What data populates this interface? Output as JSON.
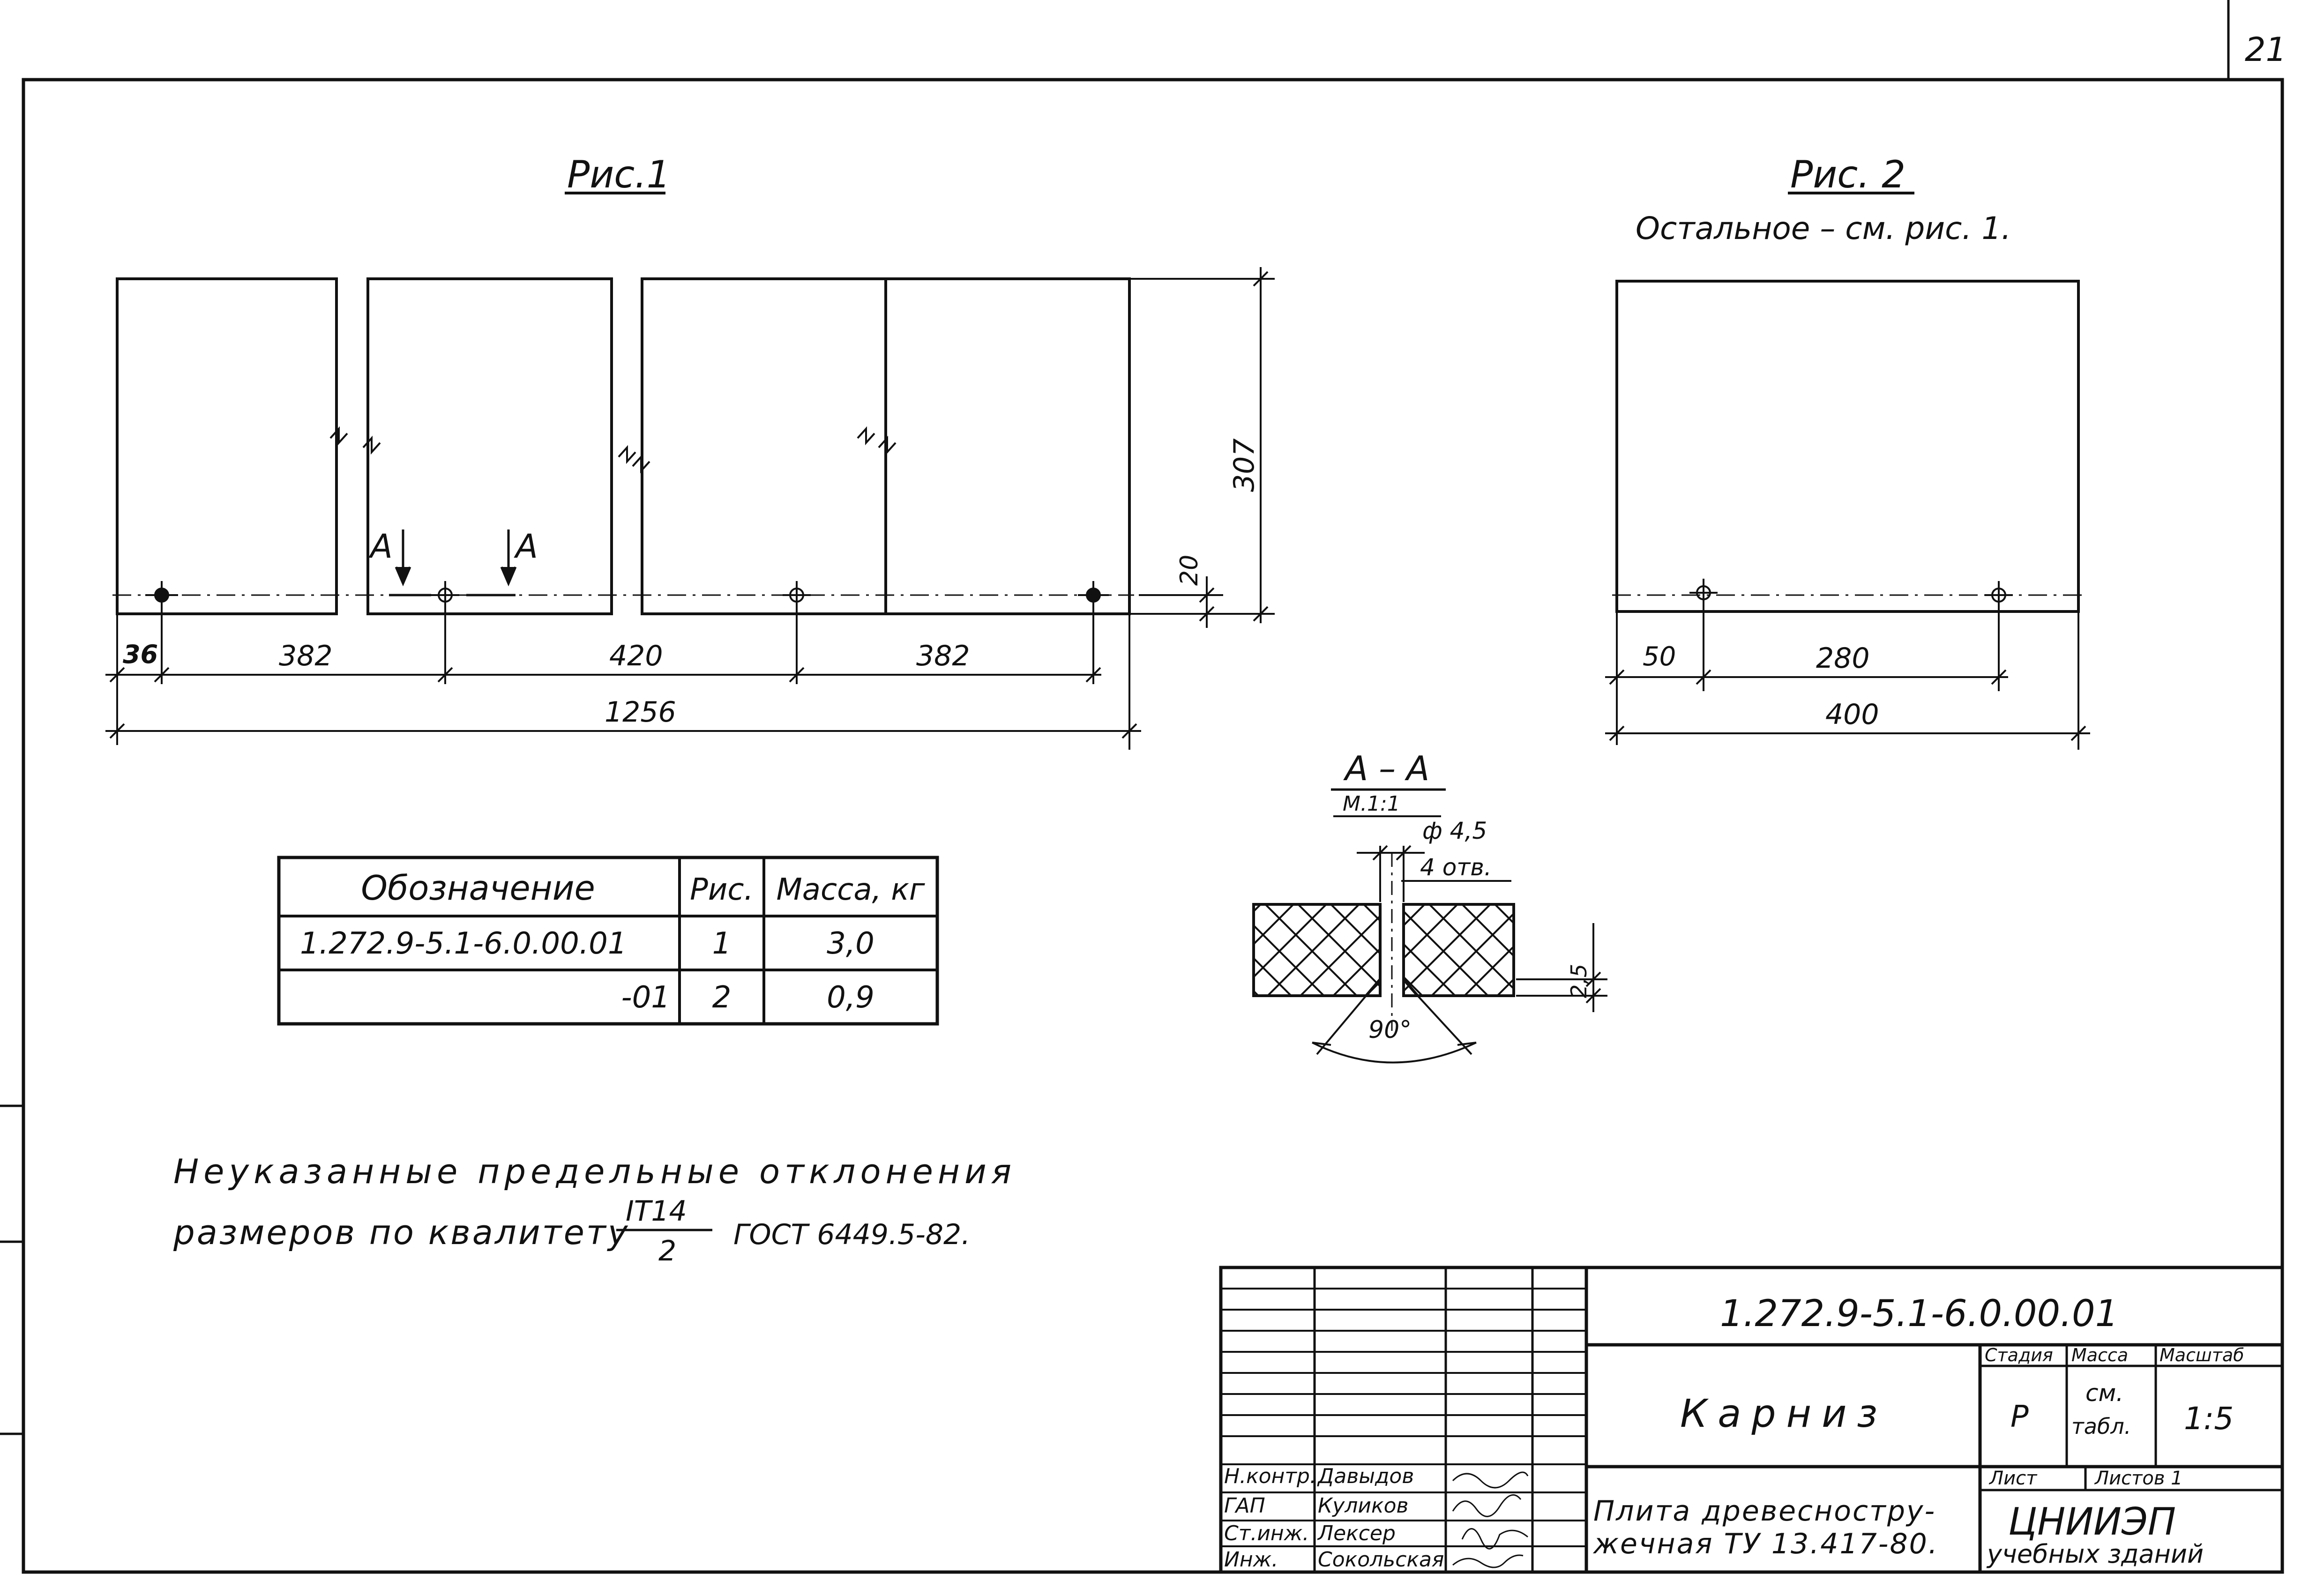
{
  "sheet": {
    "number": "21"
  },
  "fig1": {
    "title": "Рис.1",
    "section_mark": "А",
    "dims": [
      "36",
      "382",
      "420",
      "382",
      "1256",
      "307",
      "20"
    ]
  },
  "fig2": {
    "title": "Рис. 2",
    "note": "Остальное – см. рис. 1.",
    "dims": [
      "50",
      "280",
      "400"
    ]
  },
  "section": {
    "title": "А – А",
    "scale": "М.1:1",
    "hole": "ф 4,5",
    "holes_count": "4 отв.",
    "depth": "2,5",
    "angle": "90°"
  },
  "parts_table": {
    "headers": [
      "Обозначение",
      "Рис.",
      "Масса, кг"
    ],
    "rows": [
      [
        "1.272.9-5.1-6.0.00.01",
        "1",
        "3,0"
      ],
      [
        "-01",
        "2",
        "0,9"
      ]
    ]
  },
  "note": {
    "line1": "Неуказанные предельные отклонения",
    "line2_prefix": "размеров по квалитету",
    "numerator": "IT14",
    "denominator": "2",
    "gost": "ГОСТ 6449.5-82."
  },
  "title_block": {
    "doc_code": "1.272.9-5.1-6.0.00.01",
    "name": "Карниз",
    "material": [
      "Плита древесностру-",
      "жечная ТУ 13.417-80."
    ],
    "col_headers": [
      "Стадия",
      "Масса",
      "Масштаб"
    ],
    "stage": "Р",
    "mass": [
      "см.",
      "табл."
    ],
    "scale": "1:5",
    "sheet_label": "Лист",
    "sheets_label": "Листов 1",
    "org": [
      "ЦНИИЭП",
      "учебных зданий"
    ],
    "signatures": [
      {
        "role": "Н.контр.",
        "name": "Давыдов"
      },
      {
        "role": "ГАП",
        "name": "Куликов"
      },
      {
        "role": "Ст.инж.",
        "name": "Лексер"
      },
      {
        "role": "Инж.",
        "name": "Сокольская"
      }
    ]
  }
}
